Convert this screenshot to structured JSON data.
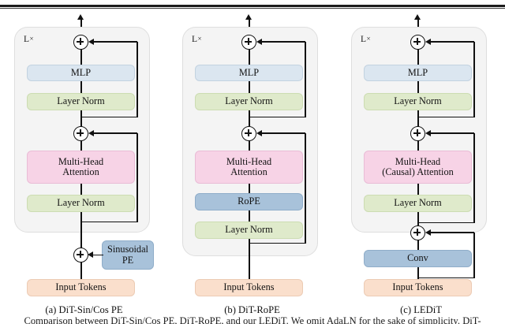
{
  "figure": {
    "caption": "Comparison between DiT-Sin/Cos PE, DiT-RoPE, and our LEDiT. We omit AdaLN for the sake of simplicity. DiT-",
    "top_fragment": "",
    "colors": {
      "mlp": "#dbe6f0",
      "layer_norm": "#dfeacb",
      "attention": "#f7d3e6",
      "positional": "#a8c2da",
      "input_tokens": "#fadfcc",
      "group_box": "#f4f4f4",
      "wire": "#111111"
    }
  },
  "panels": [
    {
      "id": "a",
      "caption": "(a) DiT-Sin/Cos PE",
      "loop_label": "L",
      "loop_times": "×",
      "blocks": {
        "mlp": "MLP",
        "layer_norm_top": "Layer Norm",
        "attention": "Multi-Head\nAttention",
        "layer_norm_bottom": "Layer Norm",
        "side": "Sinusoidal\nPE",
        "input_tokens": "Input Tokens"
      },
      "nodes": {
        "add_top": "+",
        "add_mid": "+",
        "add_bottom": "+"
      }
    },
    {
      "id": "b",
      "caption": "(b) DiT-RoPE",
      "loop_label": "L",
      "loop_times": "×",
      "blocks": {
        "mlp": "MLP",
        "layer_norm_top": "Layer Norm",
        "attention": "Multi-Head\nAttention",
        "rope": "RoPE",
        "layer_norm_bottom": "Layer Norm",
        "input_tokens": "Input Tokens"
      },
      "nodes": {
        "add_top": "+",
        "add_mid": "+"
      }
    },
    {
      "id": "c",
      "caption": "(c) LEDiT",
      "loop_label": "L",
      "loop_times": "×",
      "blocks": {
        "mlp": "MLP",
        "layer_norm_top": "Layer Norm",
        "attention": "Multi-Head\n(Causal) Attention",
        "layer_norm_bottom": "Layer Norm",
        "conv": "Conv",
        "input_tokens": "Input Tokens"
      },
      "nodes": {
        "add_top": "+",
        "add_mid": "+",
        "add_bottom": "+"
      }
    }
  ]
}
